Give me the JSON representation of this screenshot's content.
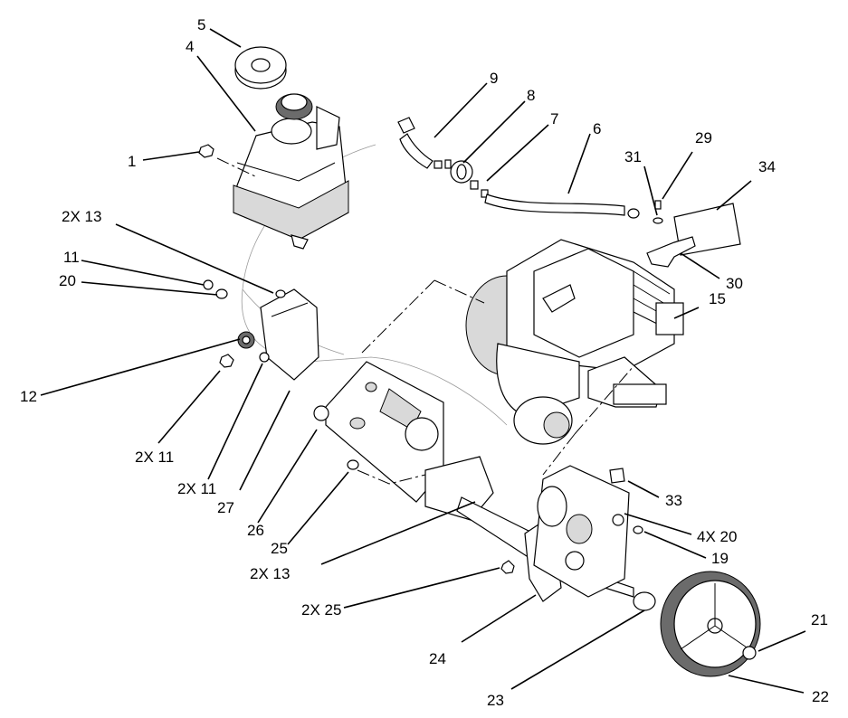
{
  "callouts": {
    "c1": "1",
    "c4": "4",
    "c5": "5",
    "c6": "6",
    "c7": "7",
    "c8": "8",
    "c9": "9",
    "c11": "11",
    "c12": "12",
    "c15": "15",
    "c19": "19",
    "c20": "20",
    "c21": "21",
    "c22": "22",
    "c23": "23",
    "c24": "24",
    "c25": "25",
    "c26": "26",
    "c27": "27",
    "c29": "29",
    "c30": "30",
    "c31": "31",
    "c33": "33",
    "c34": "34",
    "c2x13_top": "2X 13",
    "c2x13_bottom": "2X 13",
    "c2x11_a": "2X 11",
    "c2x11_b": "2X 11",
    "c2x25": "2X 25",
    "c4x20": "4X 20"
  }
}
